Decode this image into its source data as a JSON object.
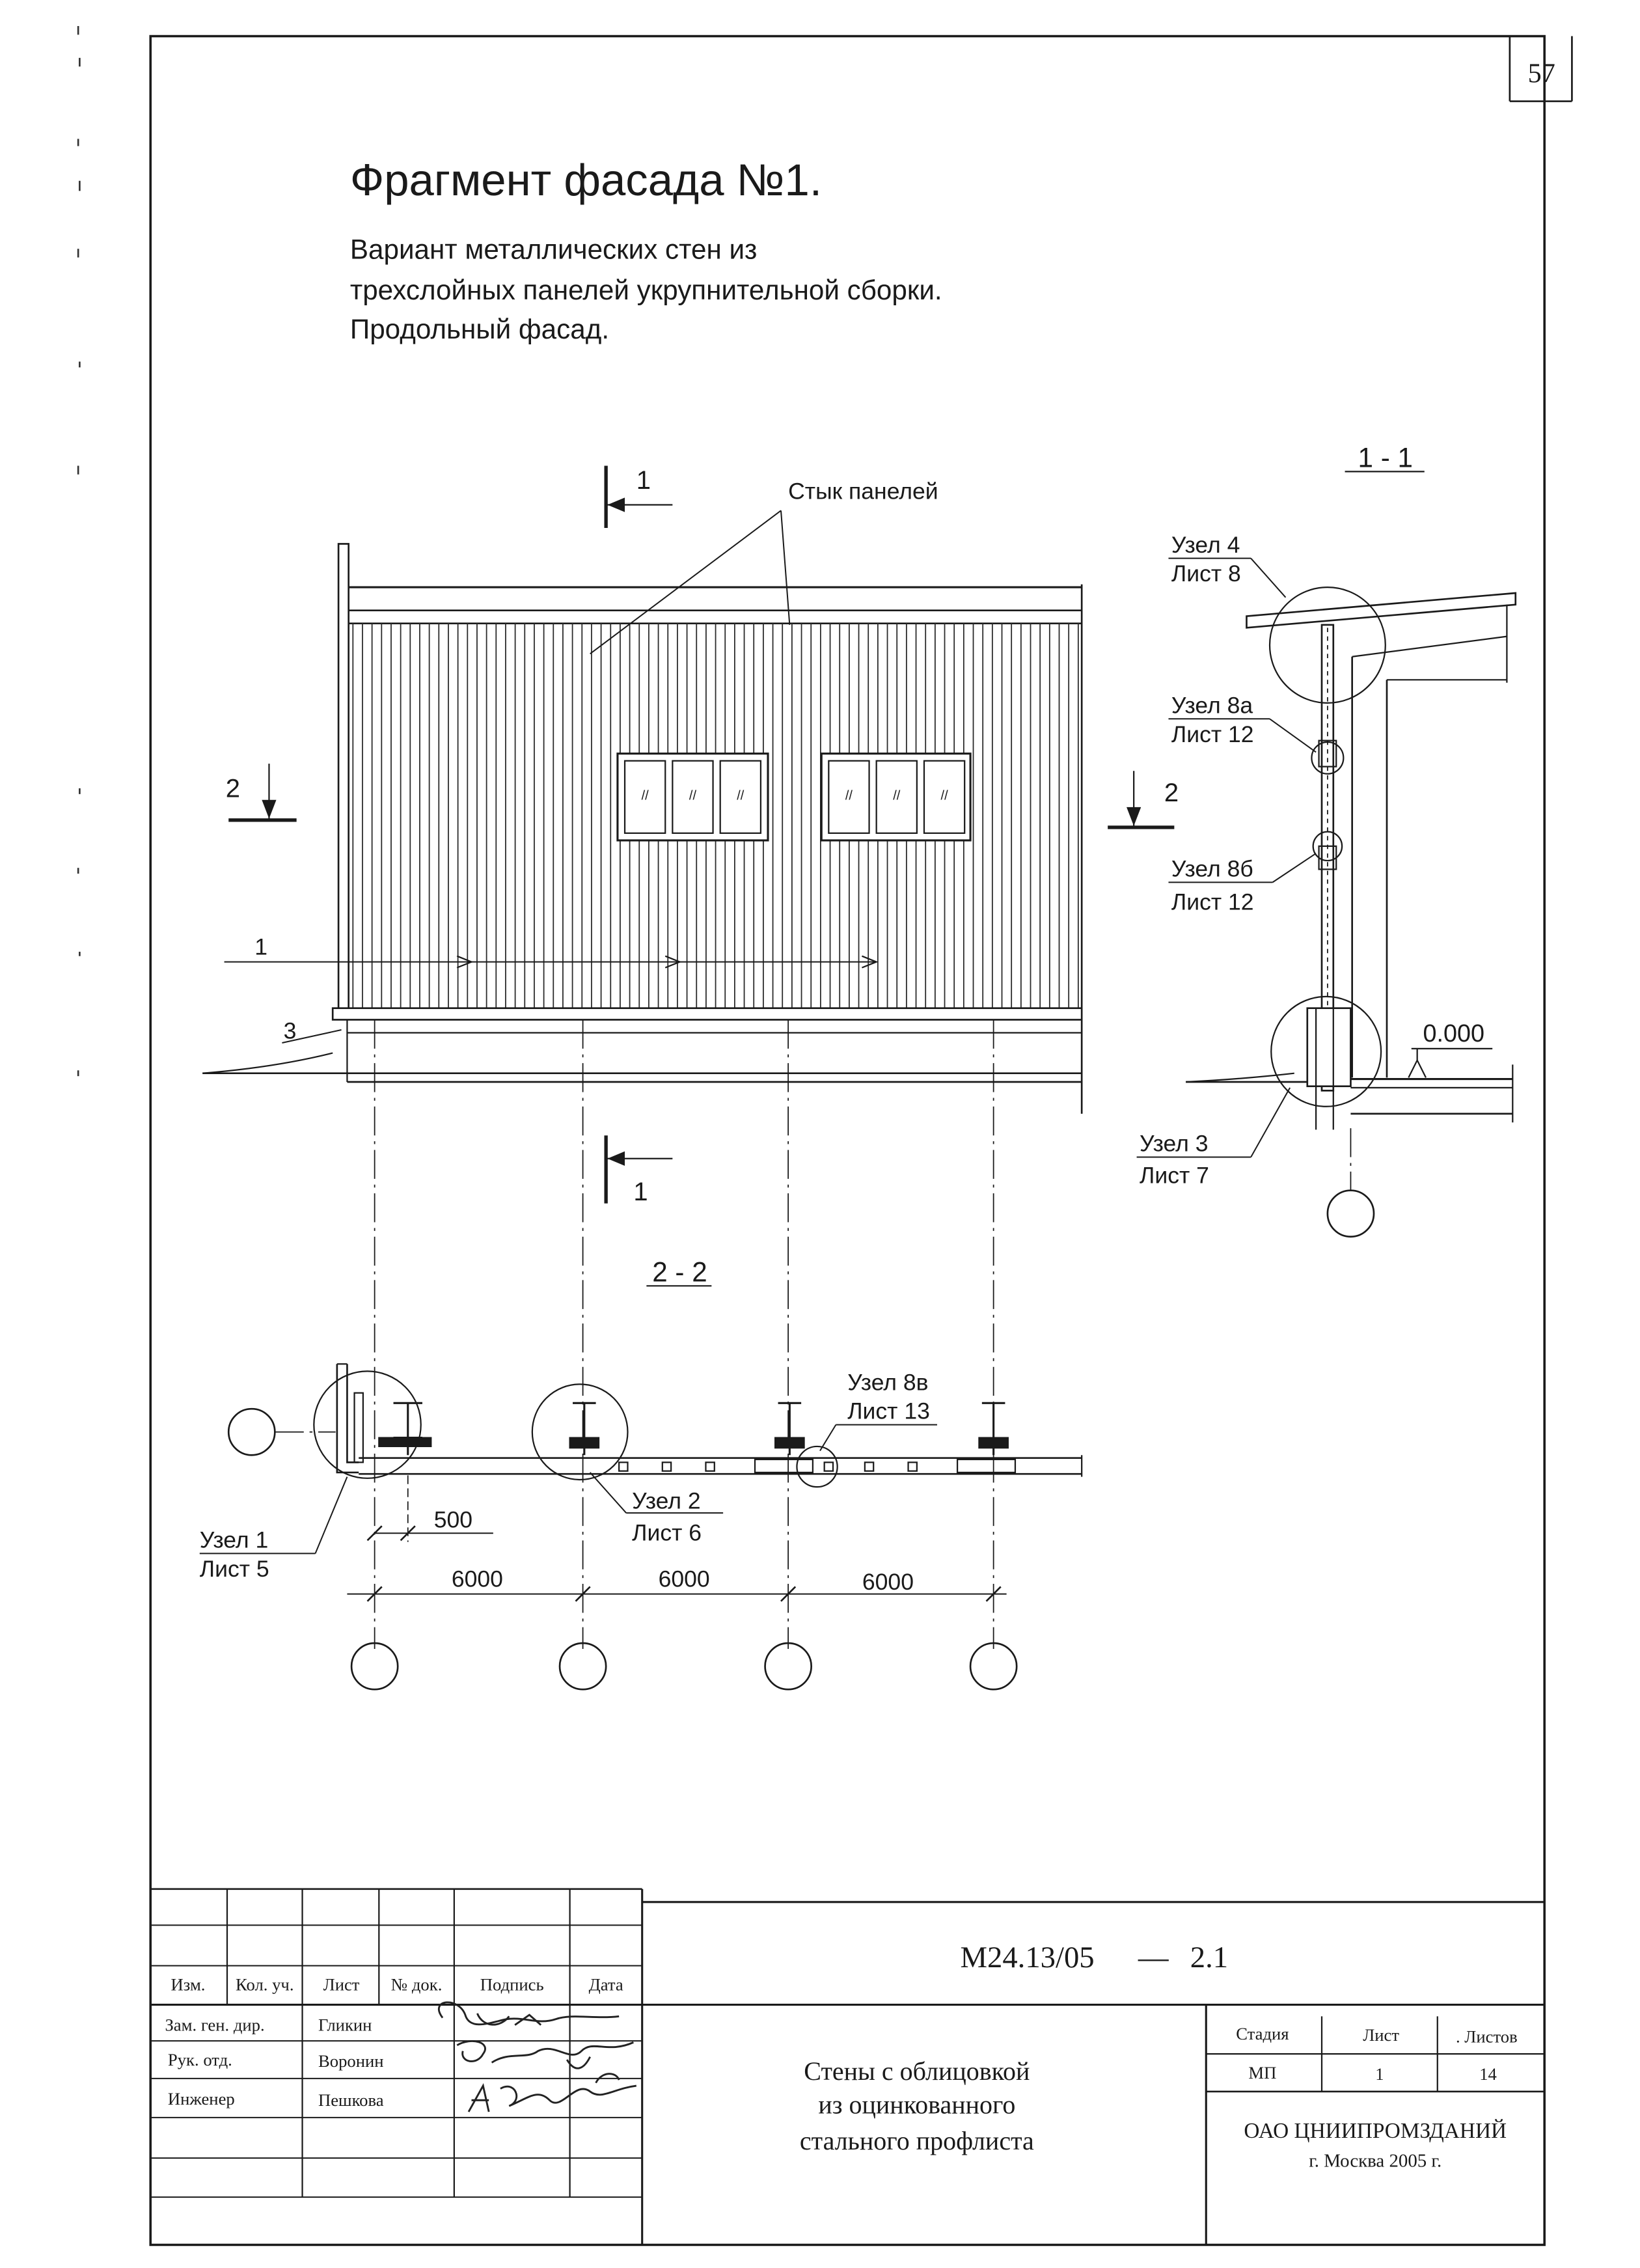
{
  "sheet_number": "57",
  "title": "Фрагмент фасада №1.",
  "subtitle_lines": [
    "Вариант металлических стен из",
    "трехслойных панелей укрупнительной сборки.",
    "Продольный фасад."
  ],
  "facade": {
    "panel_joint_label": "Стык панелей",
    "section_mark_top": "1",
    "section_mark_bottom": "1",
    "section_mark_left": "2",
    "section_mark_right": "2",
    "callout_1": "1",
    "callout_3": "3"
  },
  "section_1_1": {
    "title": "1 - 1",
    "elevation": "0.000",
    "nodes": [
      {
        "node": "Узел 4",
        "sheet": "Лист 8"
      },
      {
        "node": "Узел 8а",
        "sheet": "Лист 12"
      },
      {
        "node": "Узел 8б",
        "sheet": "Лист 12"
      },
      {
        "node": "Узел 3",
        "sheet": "Лист 7"
      }
    ]
  },
  "section_2_2": {
    "title": "2 - 2",
    "nodes": [
      {
        "node": "Узел 1",
        "sheet": "Лист 5"
      },
      {
        "node": "Узел 2",
        "sheet": "Лист 6"
      },
      {
        "node": "Узел 8в",
        "sheet": "Лист 13"
      }
    ],
    "dim_offset": "500",
    "dims": [
      "6000",
      "6000",
      "6000"
    ]
  },
  "title_block": {
    "doc_code": "М24.13/05",
    "dash": "—",
    "doc_suffix": "2.1",
    "headers": [
      "Изм.",
      "Кол. уч.",
      "Лист",
      "№ док.",
      "Подпись",
      "Дата"
    ],
    "roles": [
      {
        "role": "Зам. ген. дир.",
        "name": "Гликин"
      },
      {
        "role": "Рук. отд.",
        "name": "Воронин"
      },
      {
        "role": "Инженер",
        "name": "Пешкова"
      }
    ],
    "drawing_name_lines": [
      "Стены с облицовкой",
      "из оцинкованного",
      "стального профлиста"
    ],
    "stage_label": "Стадия",
    "sheet_label": "Лист",
    "sheets_label": ". Листов",
    "stage_value": "МП",
    "sheet_value": "1",
    "sheets_value": "14",
    "org_lines": [
      "ОАО ЦНИИПРОМЗДАНИЙ",
      "г. Москва 2005 г."
    ]
  }
}
